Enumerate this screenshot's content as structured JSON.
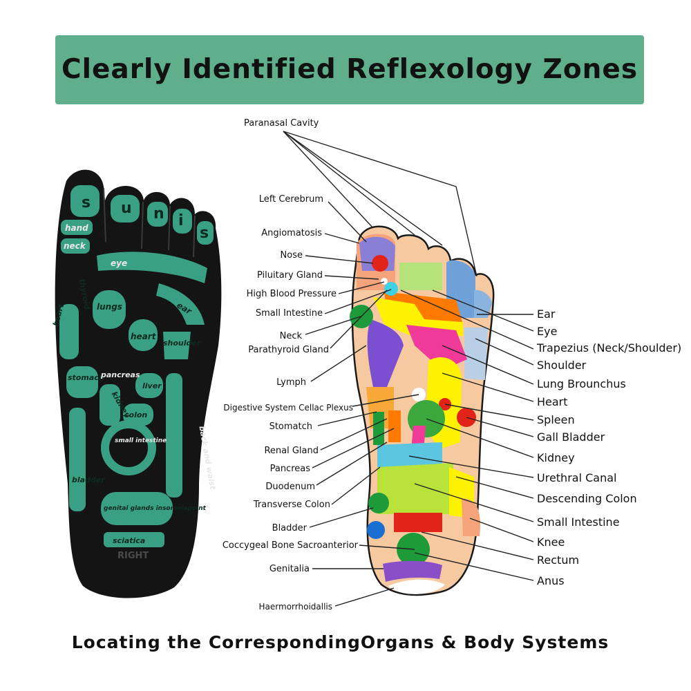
{
  "title": "Clearly Identified Reflexology Zones",
  "footer": "Locating the CorrespondingOrgans & Body Systems",
  "colors": {
    "banner": "#5fae8c",
    "sock": "#141414",
    "sock_print": "#3aa083",
    "foot_skin": "#f6c9a0",
    "leader_line": "#222222"
  },
  "sock_labels": [
    "s",
    "u",
    "n",
    "i",
    "s",
    "hand",
    "neck",
    "eye",
    "thyroid",
    "lungs",
    "ear",
    "heart",
    "heart",
    "shoulder",
    "stomach",
    "pancreas",
    "liver",
    "kidney",
    "colon",
    "small intestine",
    "back and waist",
    "bladder",
    "genital glands insomniapoint",
    "sciatica",
    "RIGHT"
  ],
  "labels_left": [
    "Left Cerebrum",
    "Angiomatosis",
    "Nose",
    "Piluitary Gland",
    "High Blood Pressure",
    "Small Intestine",
    "Neck",
    "Parathyroid Gland",
    "Lymph",
    "Digestive System Cellac Plexus",
    "Stomatch",
    "Renal Gland",
    "Pancreas",
    "Duodenum",
    "Transverse Colon",
    "Bladder",
    "Coccygeal Bone Sacroanterior",
    "Genitalia",
    "Haermorrhoidallis"
  ],
  "labels_right": [
    "Ear",
    "Eye",
    "Trapezius (Neck/Shoulder)",
    "Shoulder",
    "Lung Brounchus",
    "Heart",
    "Spleen",
    "Gall Bladder",
    "Kidney",
    "Urethral Canal",
    "Descending Colon",
    "Small Intestine",
    "Knee",
    "Rectum",
    "Anus"
  ],
  "label_top": "Paranasal Cavity"
}
